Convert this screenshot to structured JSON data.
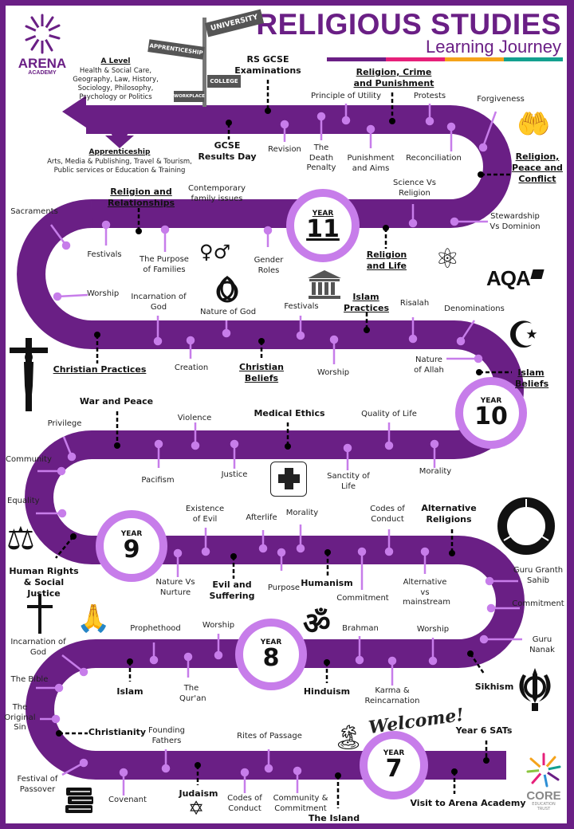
{
  "header": {
    "title": "RELIGIOUS STUDIES",
    "subtitle": "Learning Journey",
    "school_logo": {
      "name": "ARENA",
      "sub": "ACADEMY"
    },
    "trust_logo": {
      "name": "CORE",
      "sub1": "EDUCATION",
      "sub2": "TRUST"
    },
    "exam_board": "AQA",
    "color_bar": [
      "#6a1f85",
      "#e6207a",
      "#f5a31a",
      "#13a08f"
    ]
  },
  "colors": {
    "brand": "#6a1f85",
    "road": "#6a1f85",
    "dot": "#c77dea",
    "main_dot": "#000000"
  },
  "signpost": [
    "UNIVERSITY",
    "APPRENTICESHIP",
    "COLLEGE",
    "WORKPLACE"
  ],
  "pathways": {
    "a_level": {
      "title": "A Level",
      "subjects": [
        "Health & Social Care,",
        "Geography,  Law, History,",
        "Sociology,  Philosophy,",
        "Psychology  or Politics"
      ]
    },
    "apprenticeship": {
      "title": "Apprenticeship",
      "subjects": [
        "Arts, Media & Publishing,  Travel & Tourism,",
        "Public services  or Education  & Training"
      ]
    }
  },
  "years": [
    {
      "label": "YEAR",
      "number": "11"
    },
    {
      "label": "YEAR",
      "number": "10"
    },
    {
      "label": "YEAR",
      "number": "9"
    },
    {
      "label": "YEAR",
      "number": "8"
    },
    {
      "label": "YEAR",
      "number": "7"
    }
  ],
  "welcome": "Welcome!",
  "year11": {
    "milestones": [
      "RS GCSE Examinations",
      "GCSE Results Day"
    ],
    "units": [
      "Religion, Crime and Punishment",
      "Religion, Peace and Conflict",
      "Religion and Life",
      "Religion and Relationships"
    ],
    "topics": [
      "Revision",
      "The Death Penalty",
      "Principle of Utility",
      "Punishment and Aims",
      "Protests",
      "Reconciliation",
      "Forgiveness",
      "Science Vs Religion",
      "Stewardship Vs Dominion",
      "Festivals",
      "The Purpose of Families",
      "Contemporary family issues",
      "Gender Roles",
      "Sacraments",
      "Worship"
    ]
  },
  "year10": {
    "units": [
      "Christian Practices",
      "Christian Beliefs",
      "Islam Practices",
      "Islam Beliefs",
      "War and Peace",
      "Medical Ethics"
    ],
    "topics": [
      "Incarnation of God",
      "Creation",
      "Nature of God",
      "Festivals",
      "Worship",
      "Risalah",
      "Denominations",
      "Nature of Allah",
      "Violence",
      "Pacifism",
      "Justice",
      "Sanctity of Life",
      "Quality of Life",
      "Morality",
      "Privilege",
      "Community",
      "Equality"
    ]
  },
  "year9": {
    "units": [
      "Human Rights & Social Justice",
      "Evil and Suffering",
      "Humanism",
      "Alternative Religions"
    ],
    "topics": [
      "Nature Vs Nurture",
      "Existence of Evil",
      "Afterlife",
      "Purpose",
      "Morality",
      "Commitment",
      "Codes of Conduct",
      "Alternative vs mainstream",
      "Guru Granth Sahib",
      "Commitment",
      "Guru Nanak"
    ]
  },
  "year8": {
    "units": [
      "Sikhism",
      "Hinduism",
      "Islam",
      "Christianity"
    ],
    "topics": [
      "Worship",
      "Karma & Reincarnation",
      "Brahman",
      "Worship",
      "The Qur'an",
      "Prophethood",
      "Incarnation of God",
      "The Bible",
      "The Original Sin",
      "Festival of Passover"
    ]
  },
  "year7": {
    "units": [
      "Judaism",
      "The Island"
    ],
    "milestones": [
      "Year 6 SATs",
      "Visit to Arena Academy"
    ],
    "topics": [
      "Covenant",
      "Founding Fathers",
      "Codes of Conduct",
      "Rites of Passage",
      "Community & Commitment"
    ]
  }
}
